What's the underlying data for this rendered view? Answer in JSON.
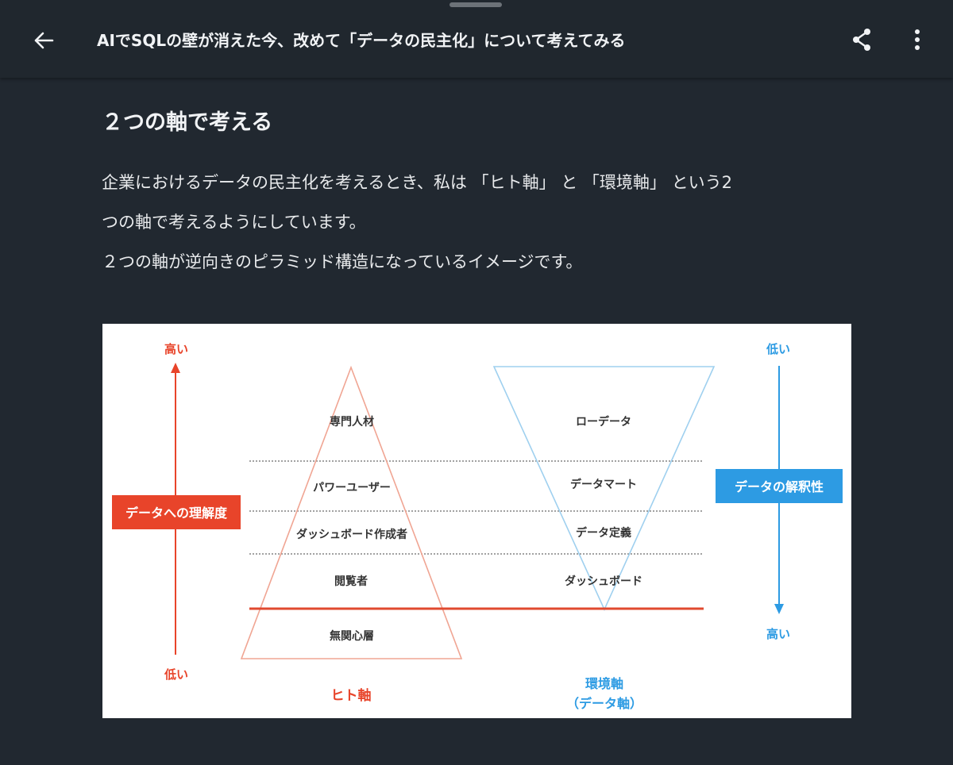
{
  "header": {
    "title": "AIでSQLの壁が消えた今、改めて「データの民主化」について考えてみる",
    "back_icon": "arrow-left-icon",
    "share_icon": "share-icon",
    "more_icon": "more-vert-icon"
  },
  "article": {
    "heading": "２つの軸で考える",
    "paragraph_lines": [
      "企業におけるデータの民主化を考えるとき、私は 「ヒト軸」 と 「環境軸」 という2",
      "つの軸で考えるようにしています。",
      "２つの軸が逆向きのピラミッド構造になっているイメージです。"
    ]
  },
  "figure": {
    "left_axis": {
      "top": "高い",
      "bottom": "低い",
      "label": "データへの理解度",
      "color": "#e8442a"
    },
    "right_axis": {
      "top": "低い",
      "bottom": "高い",
      "label": "データの解釈性",
      "color": "#2d9be3"
    },
    "pyramid": {
      "levels": [
        "専門人材",
        "パワーユーザー",
        "ダッシュボード作成者",
        "閲覧者",
        "無関心層"
      ],
      "axis_label": "ヒト軸",
      "color": "#f0a593"
    },
    "inverted_pyramid": {
      "levels": [
        "ローデータ",
        "データマート",
        "データ定義",
        "ダッシュボード"
      ],
      "axis_label_line1": "環境軸",
      "axis_label_line2": "（データ軸）",
      "color": "#9fd0ef"
    },
    "baseline_color": "#e0492f"
  }
}
